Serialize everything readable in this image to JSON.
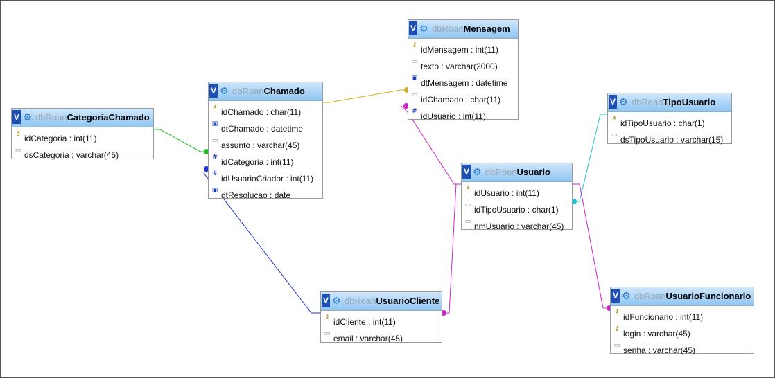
{
  "schema": "dbRoan",
  "tables": {
    "categoria": {
      "name": "CategoriaChamado",
      "fields": [
        {
          "text": "idCategoria : int(11)",
          "icon": "key"
        },
        {
          "text": "dsCategoria : varchar(45)",
          "icon": "str"
        }
      ]
    },
    "chamado": {
      "name": "Chamado",
      "fields": [
        {
          "text": "idChamado : char(11)",
          "icon": "key"
        },
        {
          "text": "dtChamado : datetime",
          "icon": "date"
        },
        {
          "text": "assunto : varchar(45)",
          "icon": "str"
        },
        {
          "text": "idCategoria : int(11)",
          "icon": "num"
        },
        {
          "text": "idUsuarioCriador : int(11)",
          "icon": "num"
        },
        {
          "text": "dtResolucao : date",
          "icon": "date"
        }
      ]
    },
    "mensagem": {
      "name": "Mensagem",
      "fields": [
        {
          "text": "idMensagem : int(11)",
          "icon": "key"
        },
        {
          "text": "texto : varchar(2000)",
          "icon": "str"
        },
        {
          "text": "dtMensagem : datetime",
          "icon": "date"
        },
        {
          "text": "idChamado : char(11)",
          "icon": "str"
        },
        {
          "text": "idUsuario : int(11)",
          "icon": "num"
        }
      ]
    },
    "usuario": {
      "name": "Usuario",
      "fields": [
        {
          "text": "idUsuario : int(11)",
          "icon": "key"
        },
        {
          "text": "idTipoUsuario : char(1)",
          "icon": "str"
        },
        {
          "text": "nmUsuario : varchar(45)",
          "icon": "str"
        }
      ]
    },
    "tipousuario": {
      "name": "TipoUsuario",
      "fields": [
        {
          "text": "idTipoUsuario : char(1)",
          "icon": "key"
        },
        {
          "text": "dsTipoUsuario : varchar(15)",
          "icon": "str"
        }
      ]
    },
    "usuariocliente": {
      "name": "UsuarioCliente",
      "fields": [
        {
          "text": "idCliente : int(11)",
          "icon": "key"
        },
        {
          "text": "email : varchar(45)",
          "icon": "str"
        }
      ]
    },
    "usuariofuncionario": {
      "name": "UsuarioFuncionario",
      "fields": [
        {
          "text": "idFuncionario : int(11)",
          "icon": "key"
        },
        {
          "text": "login : varchar(45)",
          "icon": "key"
        },
        {
          "text": "senha : varchar(45)",
          "icon": "str"
        }
      ]
    }
  },
  "link_colors": {
    "categoria_chamado": "#22bb22",
    "chamado_mensagem": "#d4b020",
    "usuario_mensagem": "#cc22cc",
    "usuario_cliente": "#cc22cc",
    "tipousuario_usuario": "#20c0d0",
    "usuario_funcionario": "#cc22cc",
    "chamado_cliente": "#2233cc"
  },
  "header_button_label": "V",
  "gear_glyph": "⚙"
}
